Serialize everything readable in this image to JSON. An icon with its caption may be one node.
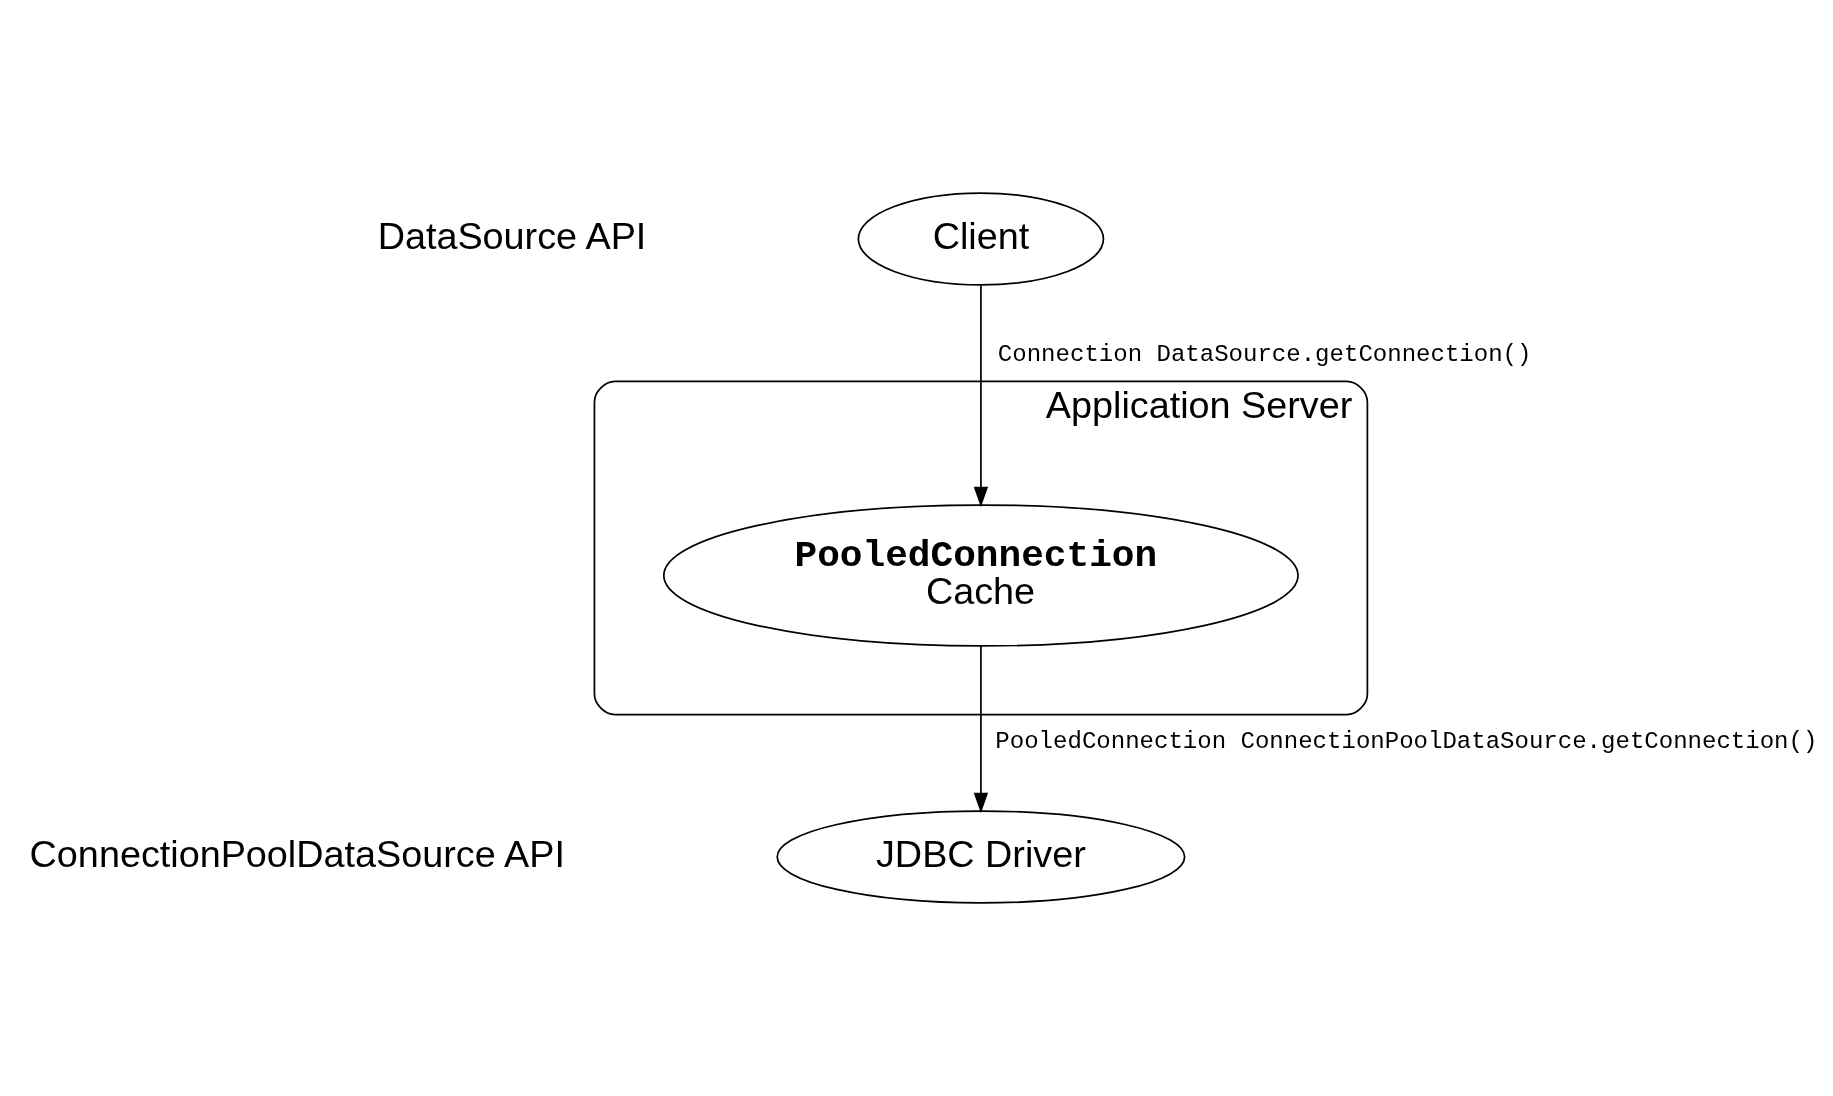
{
  "diagram": {
    "nodes": [
      {
        "text": [
          "Client"
        ]
      },
      {
        "text": [
          "Application Server"
        ]
      },
      {
        "text": [
          "PooledConnection",
          "Cache"
        ],
        "in": 1
      },
      {
        "text": [
          "JDBC Driver"
        ]
      }
    ],
    "edges": [
      {
        "from": 0,
        "to": 2,
        "arrow": "to",
        "label": "Connection DataSource.getConnection()"
      },
      {
        "from": 2,
        "to": 3,
        "arrow": "to",
        "label": "PooledConnection ConnectionPoolDataSource.getConnection()"
      }
    ],
    "labels": [
      "DataSource API",
      "ConnectionPoolDataSource API"
    ]
  }
}
